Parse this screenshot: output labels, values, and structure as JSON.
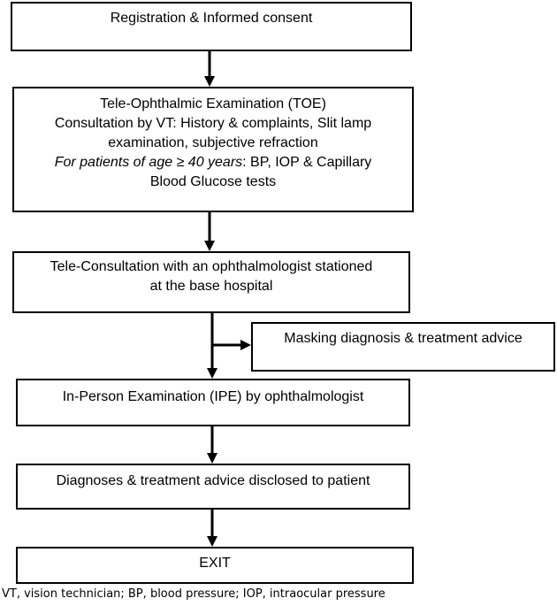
{
  "boxes": {
    "registration": "Registration & Informed consent",
    "toe_title": "Tele-Ophthalmic Examination (TOE)",
    "toe_line2": "Consultation by VT: History & complaints, Slit lamp",
    "toe_line3": "examination, subjective refraction",
    "toe_line4_italic": "For patients of age ≥ 40 years",
    "toe_line4_rest": ": BP, IOP & Capillary",
    "toe_line5": "Blood Glucose tests",
    "tele_line1": "Tele-Consultation with an ophthalmologist stationed",
    "tele_line2": "at the base hospital",
    "masking": "Masking diagnosis & treatment advice",
    "ipe": "In-Person Examination (IPE) by ophthalmologist",
    "diagnoses": "Diagnoses & treatment advice disclosed to patient",
    "exit": "EXIT"
  },
  "footnote": "VT, vision technician; BP, blood pressure; IOP, intraocular pressure"
}
